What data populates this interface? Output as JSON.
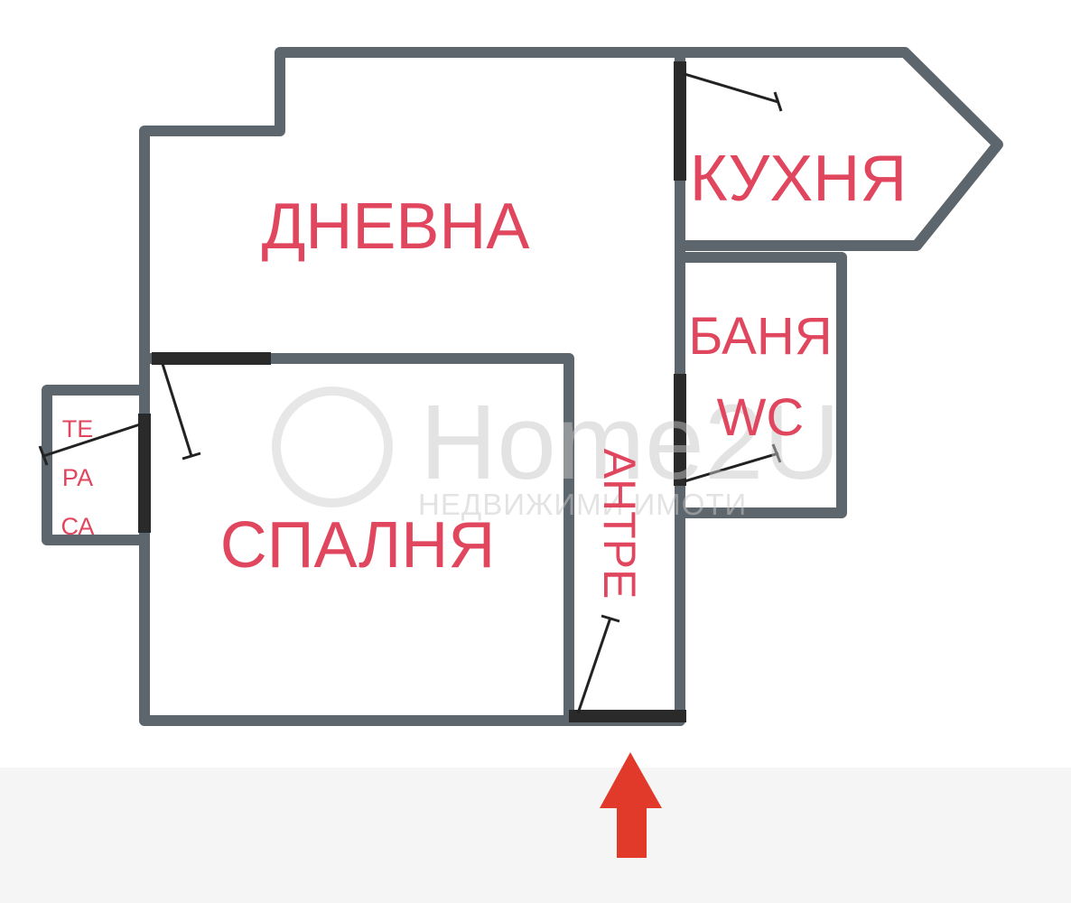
{
  "rooms": {
    "living": "ДНЕВНА",
    "kitchen": "КУХНЯ",
    "bath_line1": "БАНЯ",
    "bath_line2": "WC",
    "bedroom": "СПАЛНЯ",
    "terrace_line1": "ТЕ",
    "terrace_line2": "РА",
    "terrace_line3": "СА",
    "hallway": "АНТРЕ"
  },
  "watermark": {
    "brand": "Home2U",
    "tagline": "НЕДВИЖИМИ ИМОТИ"
  },
  "colors": {
    "wall": "#5e666d",
    "door": "#2a2a2a",
    "label": "#e0475e",
    "entrance_arrow": "#e23a2a"
  },
  "icons": {
    "entrance": "entrance-arrow-icon"
  }
}
